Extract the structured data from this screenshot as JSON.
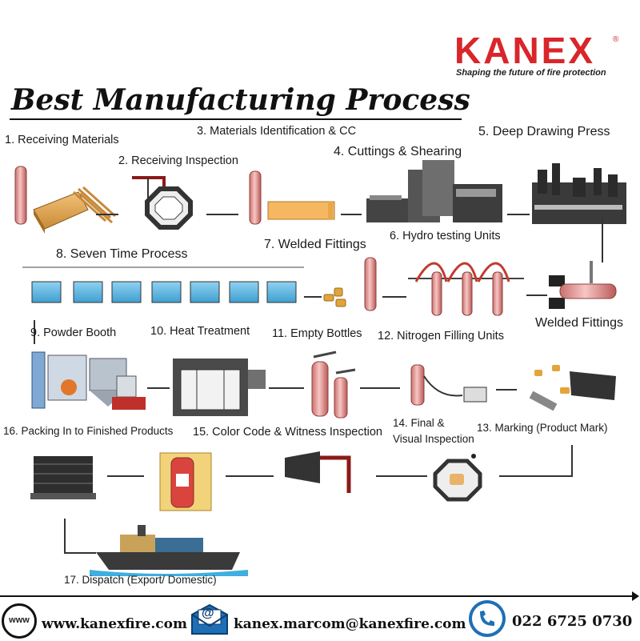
{
  "brand": {
    "name": "KANEX",
    "registered": "®",
    "tagline": "Shaping the future of fire protection",
    "accent_color": "#d9262a"
  },
  "title": "Best Manufacturing Process",
  "steps": {
    "s1": "1.   Receiving Materials",
    "s2": "2.   Receiving Inspection",
    "s3": "3.   Materials Identification & CC",
    "s4": "4.   Cuttings & Shearing",
    "s5": "5. Deep Drawing Press",
    "s6": "6.   Hydro testing Units",
    "s7": "7.   Welded Fittings",
    "s7b": "Welded Fittings",
    "s8": "8.   Seven Time Process",
    "s9": "9.   Powder Booth",
    "s10": "10. Heat Treatment",
    "s11": "11. Empty Bottles",
    "s12": "12. Nitrogen Filling Units",
    "s13": "13. Marking (Product Mark)",
    "s14a": "14. Final &",
    "s14b": "Visual Inspection",
    "s15": "15. Color Code & Witness Inspection",
    "s16": "16. Packing In to Finished Products",
    "s17": "17. Dispatch (Export/ Domestic)"
  },
  "footer": {
    "www_icon": "www",
    "website": "www.kanexfire.com",
    "email_icon": "@",
    "email": "kanex.marcom@kanexfire.com",
    "phone": "022 6725 0730"
  },
  "icons": {
    "globe": "globe-icon",
    "mail": "envelope-icon",
    "phone": "phone-icon"
  }
}
